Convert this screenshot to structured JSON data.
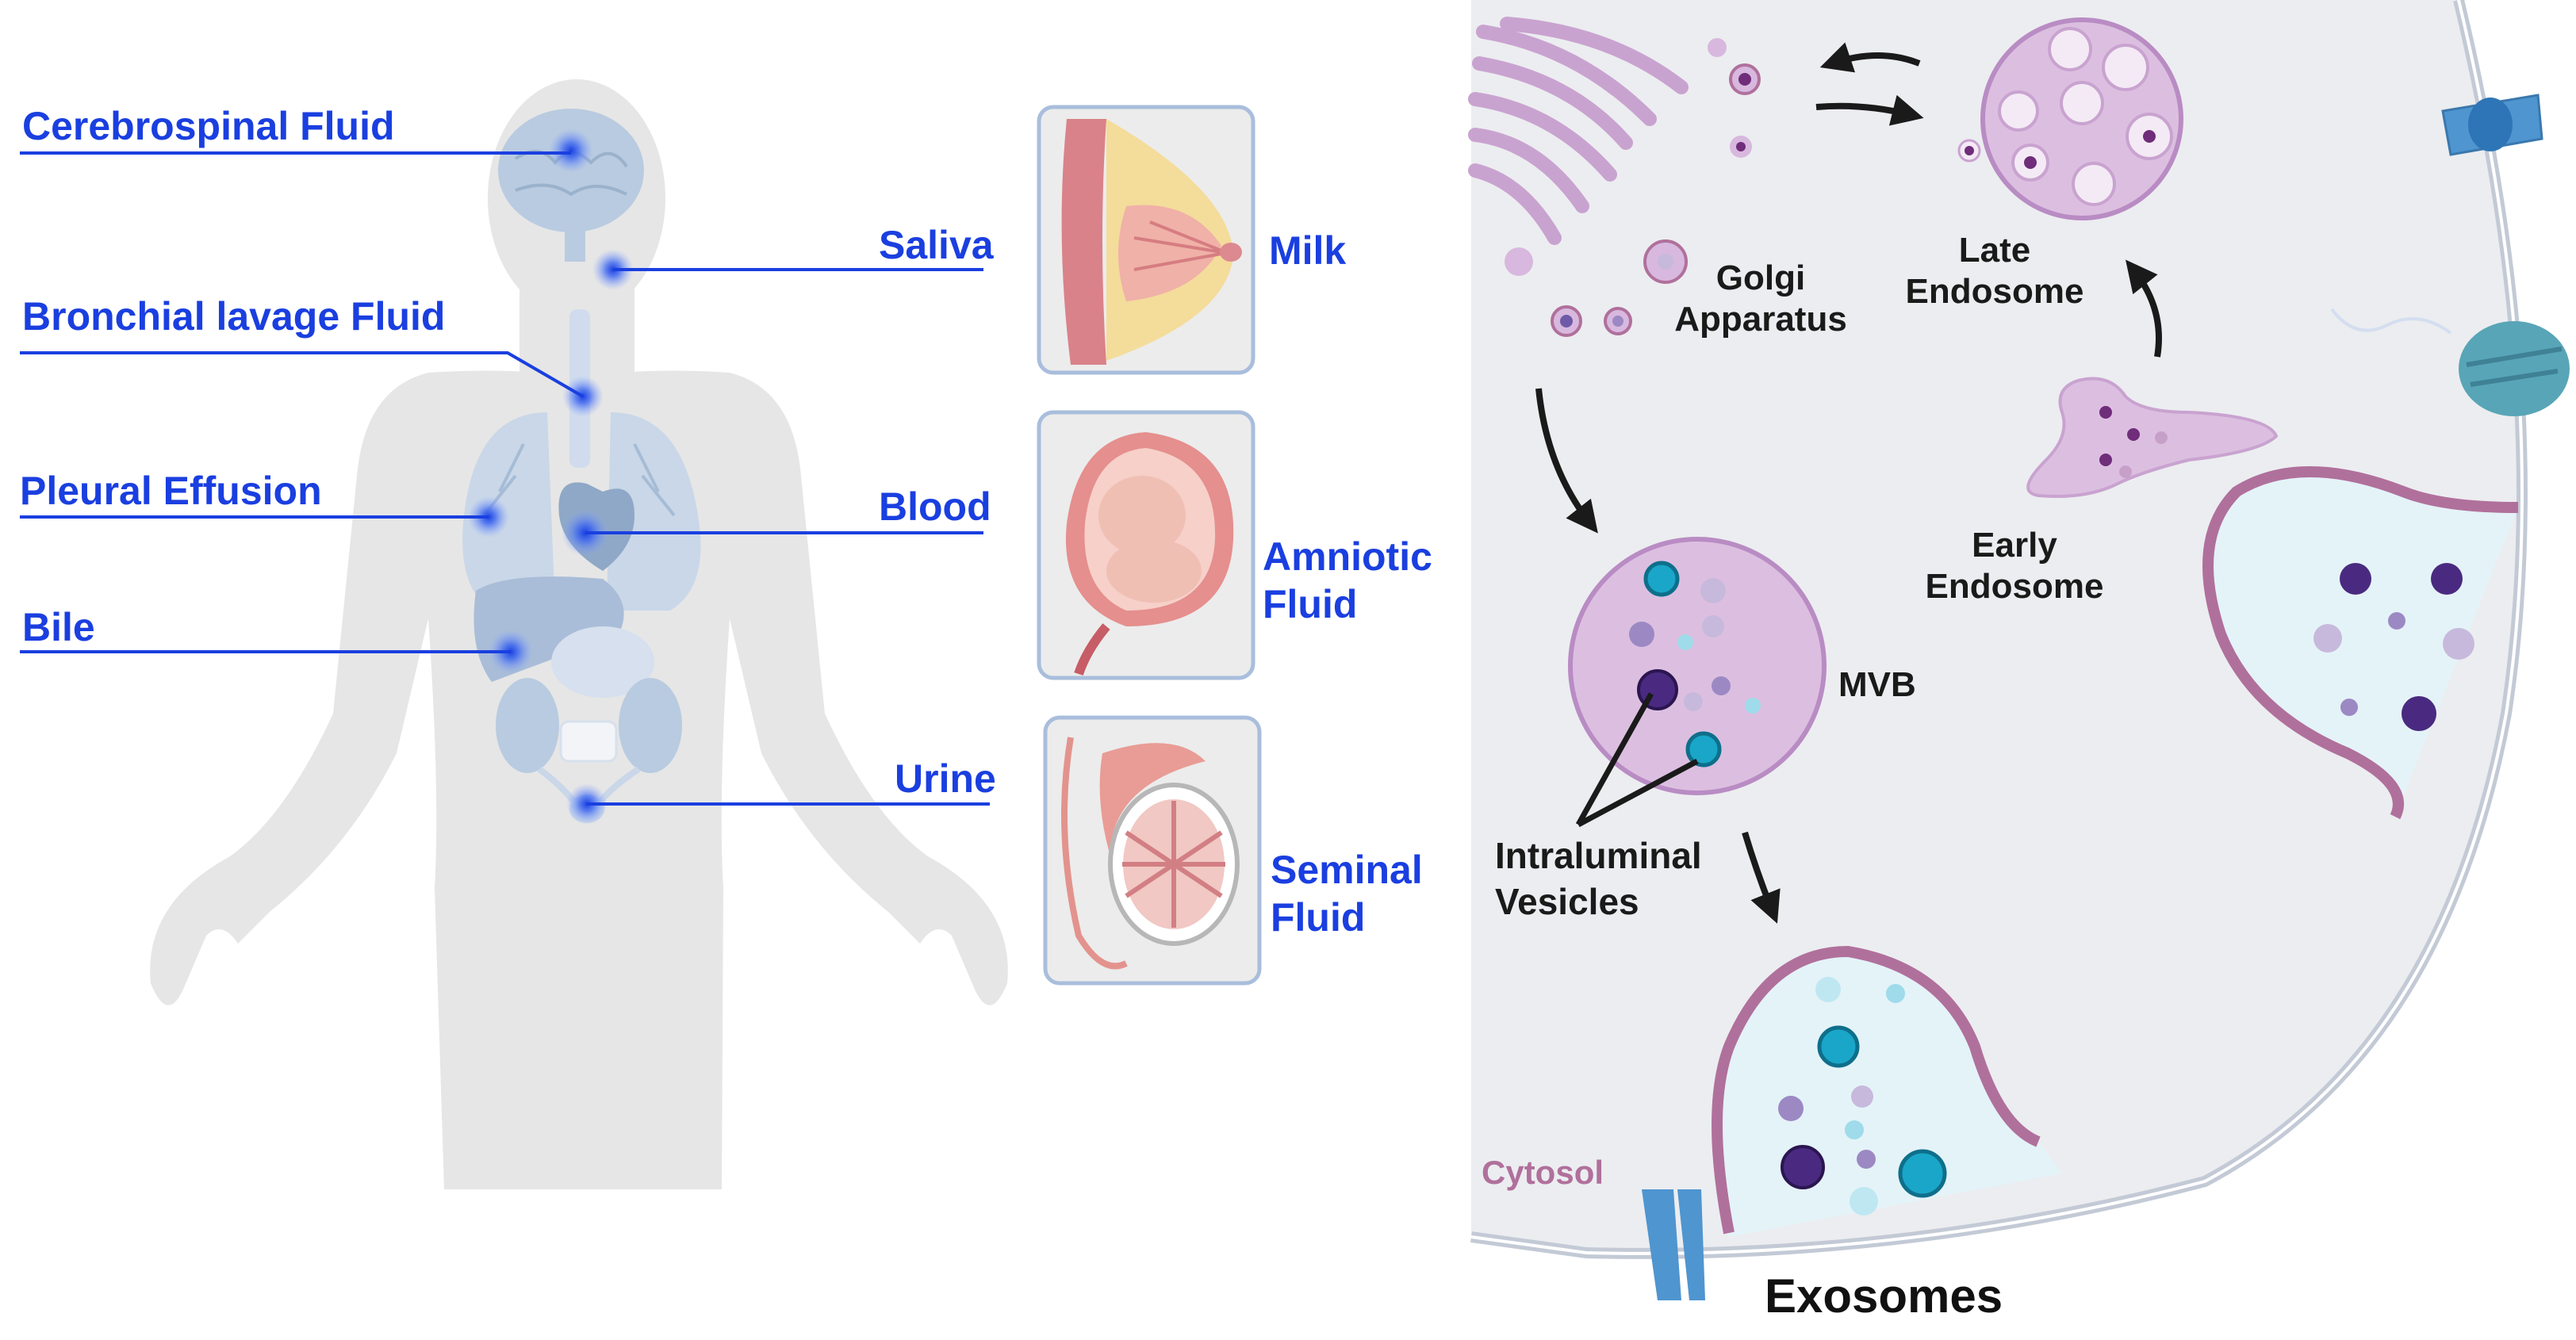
{
  "body_fluids": {
    "cerebrospinal": "Cerebrospinal Fluid",
    "saliva": "Saliva",
    "bronchial": "Bronchial lavage Fluid",
    "pleural": "Pleural Effusion",
    "blood": "Blood",
    "bile": "Bile",
    "urine": "Urine",
    "milk": "Milk",
    "amniotic_line1": "Amniotic",
    "amniotic_line2": "Fluid",
    "seminal_line1": "Seminal",
    "seminal_line2": "Fluid"
  },
  "cell": {
    "golgi_line1": "Golgi",
    "golgi_line2": "Apparatus",
    "late_line1": "Late",
    "late_line2": "Endosome",
    "early_line1": "Early",
    "early_line2": "Endosome",
    "mvb": "MVB",
    "ilv_line1": "Intraluminal",
    "ilv_line2": "Vesicles",
    "cytosol": "Cytosol",
    "exosomes": "Exosomes"
  },
  "colors": {
    "label_blue": "#1a3fe0",
    "body_gray": "#e6e6e6",
    "cell_bg": "#ecedf0",
    "membrane_pink": "#b0709c",
    "vesicle_purple": "#4a2a80",
    "vesicle_teal": "#1aa6c8"
  }
}
